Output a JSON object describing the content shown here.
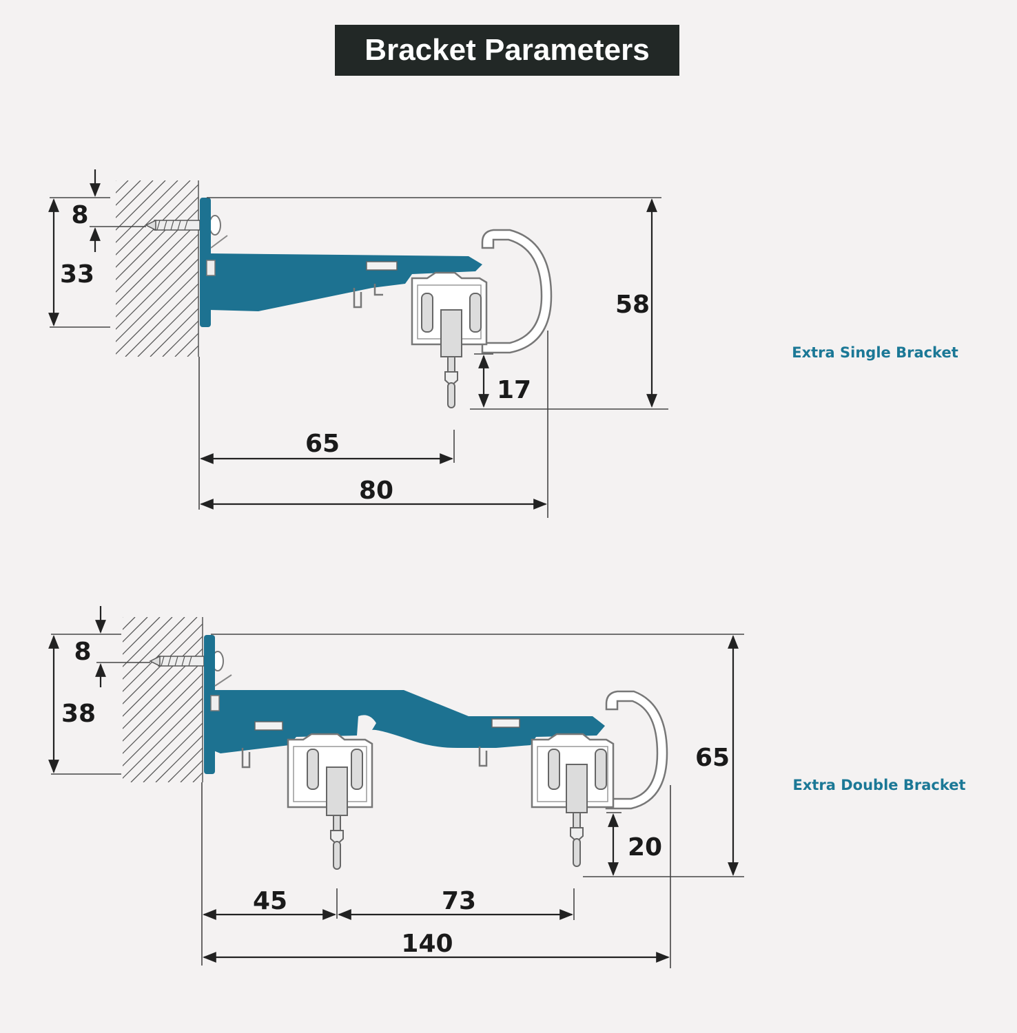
{
  "title": "Bracket Parameters",
  "colors": {
    "bracket": "#1d7291",
    "caption": "#1b7896",
    "banner": "#222826",
    "background": "#f4f2f2"
  },
  "single_bracket": {
    "caption": "Extra Single Bracket",
    "dims": {
      "top_offset": "8",
      "mount_height": "33",
      "total_height": "58",
      "hook_drop": "17",
      "runner_depth": "65",
      "total_depth": "80"
    }
  },
  "double_bracket": {
    "caption": "Extra Double Bracket",
    "dims": {
      "top_offset": "8",
      "mount_height": "38",
      "total_height": "65",
      "hook_drop": "20",
      "first_runner": "45",
      "second_runner": "73",
      "total_depth": "140"
    }
  }
}
